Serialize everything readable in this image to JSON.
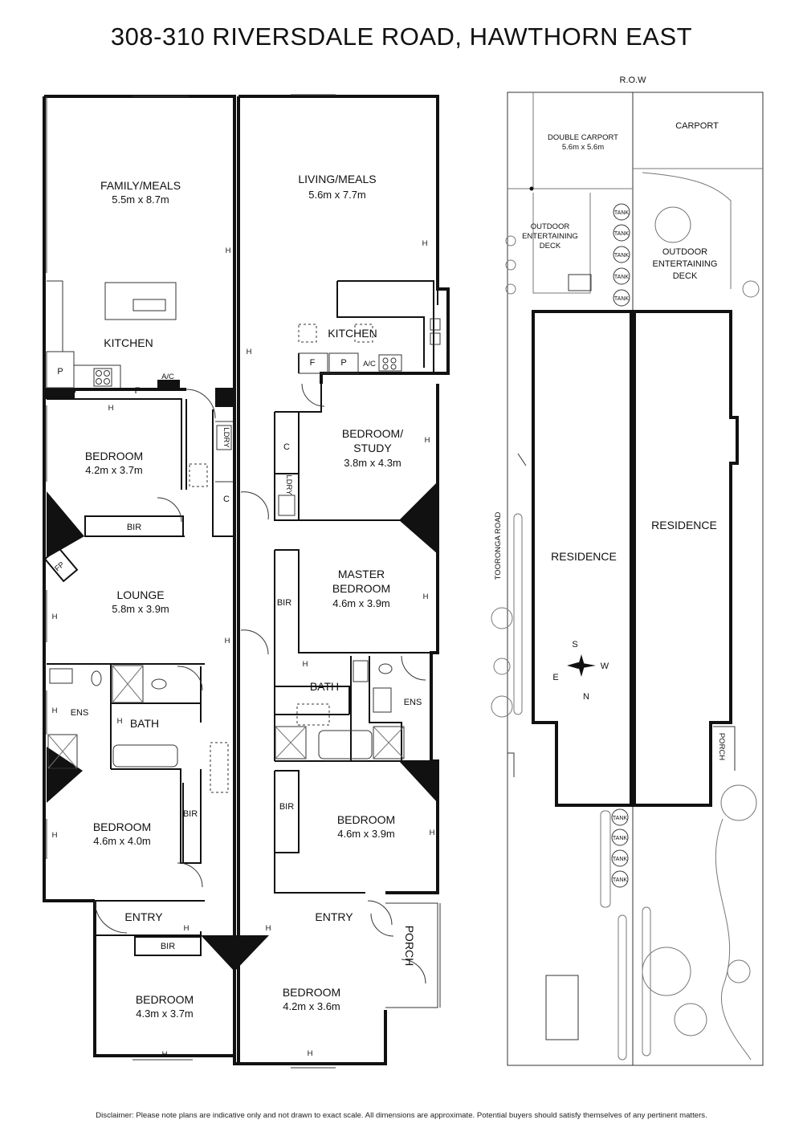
{
  "title": "308-310 RIVERSDALE ROAD, HAWTHORN EAST",
  "disclaimer": "Disclaimer: Please note plans are indicative only and not drawn to exact scale. All dimensions are approximate. Potential buyers should satisfy themselves of any pertinent matters.",
  "floorplan": {
    "rooms": [
      {
        "id": "family",
        "name": "FAMILY/MEALS",
        "dims": "5.5m x 8.7m"
      },
      {
        "id": "living",
        "name": "LIVING/MEALS",
        "dims": "5.6m x 7.7m"
      },
      {
        "id": "kitchen-left",
        "name": "KITCHEN",
        "dims": ""
      },
      {
        "id": "kitchen-right",
        "name": "KITCHEN",
        "dims": ""
      },
      {
        "id": "bedroom-1",
        "name": "BEDROOM",
        "dims": "4.2m x 3.7m"
      },
      {
        "id": "bedroom-study",
        "name1": "BEDROOM/",
        "name2": "STUDY",
        "dims": "3.8m x 4.3m"
      },
      {
        "id": "lounge",
        "name": "LOUNGE",
        "dims": "5.8m x 3.9m"
      },
      {
        "id": "master",
        "name1": "MASTER",
        "name2": "BEDROOM",
        "dims": "4.6m x 3.9m"
      },
      {
        "id": "bath-left",
        "name": "BATH",
        "dims": ""
      },
      {
        "id": "bath-right",
        "name": "BATH",
        "dims": ""
      },
      {
        "id": "ens-left",
        "name": "ENS",
        "dims": ""
      },
      {
        "id": "ens-right",
        "name": "ENS",
        "dims": ""
      },
      {
        "id": "bedroom-2",
        "name": "BEDROOM",
        "dims": "4.6m x 4.0m"
      },
      {
        "id": "bedroom-3",
        "name": "BEDROOM",
        "dims": "4.6m x 3.9m"
      },
      {
        "id": "entry-left",
        "name": "ENTRY",
        "dims": ""
      },
      {
        "id": "entry-right",
        "name": "ENTRY",
        "dims": ""
      },
      {
        "id": "porch",
        "name": "PORCH",
        "dims": ""
      },
      {
        "id": "bedroom-4",
        "name": "BEDROOM",
        "dims": "4.3m x 3.7m"
      },
      {
        "id": "bedroom-5",
        "name": "BEDROOM",
        "dims": "4.2m x 3.6m"
      }
    ],
    "fixtures": {
      "pantry": "P",
      "fridge": "F",
      "ac": "A/C",
      "heater": "H",
      "laundry": "LDRY",
      "cupboard": "C",
      "bir": "BIR",
      "fireplace": "FP"
    }
  },
  "siteplan": {
    "row": "R.O.W",
    "double_carport": "DOUBLE CARPORT",
    "double_carport_dims": "5.6m x 5.6m",
    "carport": "CARPORT",
    "deck_left": [
      "OUTDOOR",
      "ENTERTAINING",
      "DECK"
    ],
    "deck_right": [
      "OUTDOOR",
      "ENTERTAINING",
      "DECK"
    ],
    "tank": "TANK",
    "residence": "RESIDENCE",
    "road": "TOORONGA ROAD",
    "porch": "PORCH",
    "compass": {
      "n": "N",
      "s": "S",
      "e": "E",
      "w": "W"
    }
  }
}
